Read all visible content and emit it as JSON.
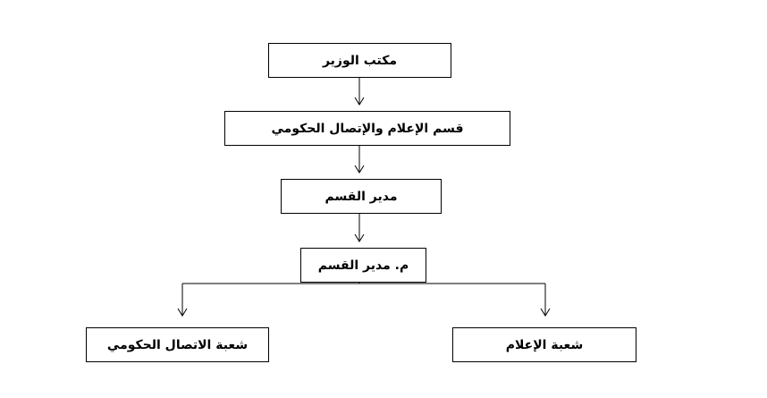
{
  "nodes": {
    "minister_office": "مكتب الوزير",
    "media_comm_department": "قسم الإعلام والإتصال الحكومي",
    "department_director": "مدير القسم",
    "assistant_director": "م. مدير القسم",
    "gov_comm_division": "شعبة الاتصال الحكومي",
    "media_division": "شعبة الإعلام"
  },
  "colors": {
    "line": "#000000",
    "box_border": "#000000",
    "background": "#ffffff"
  }
}
